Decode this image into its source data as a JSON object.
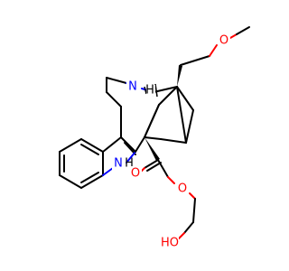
{
  "structure": {
    "atom_labels": {
      "amine_n": "N",
      "amine_h": "H",
      "indole_n": "N",
      "indole_h": "H",
      "ether_o_top": "O",
      "carbonyl_o": "O",
      "ester_o": "O",
      "hydroxyl": "HO"
    },
    "colors": {
      "bond": "#000000",
      "nitrogen": "#0000ff",
      "oxygen": "#ff0000"
    }
  }
}
